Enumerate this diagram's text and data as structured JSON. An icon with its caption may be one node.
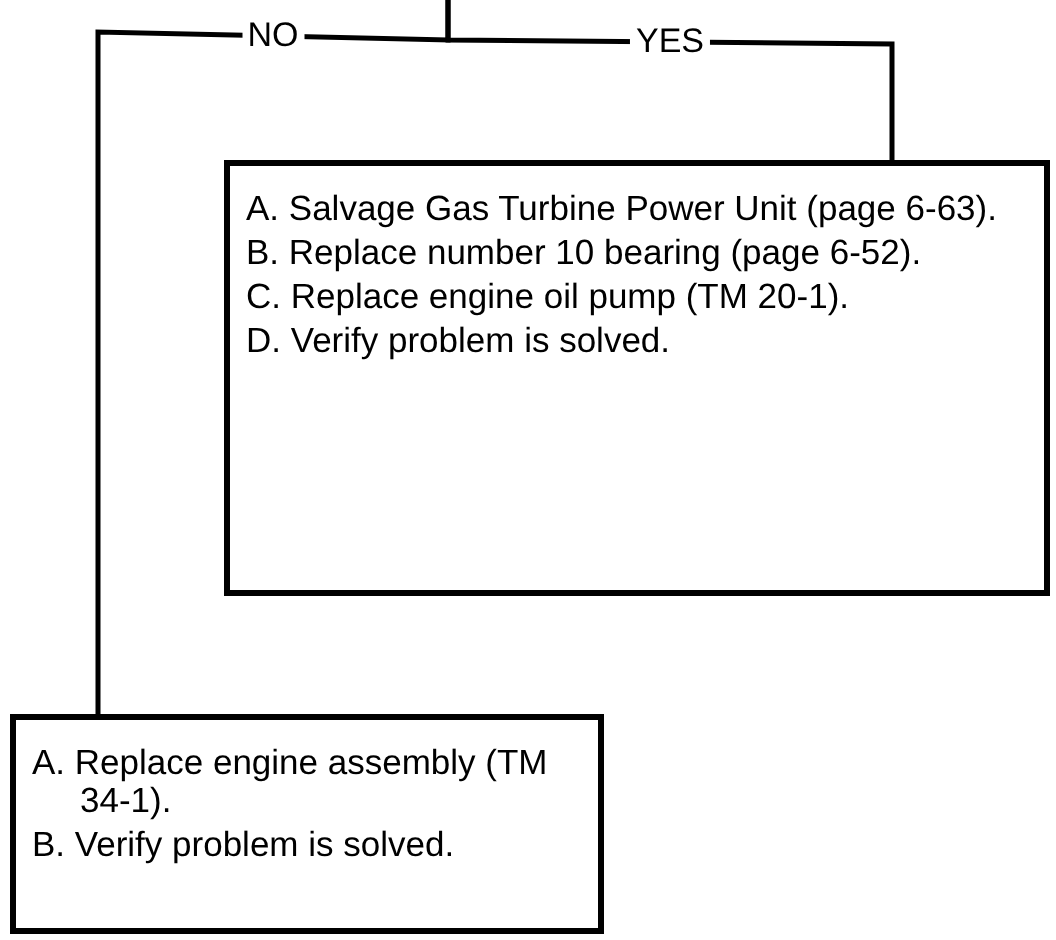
{
  "diagram": {
    "nodes": [
      {
        "text": [
          "A. Salvage Gas Turbine Power Unit (page 6-63).",
          "B. Replace number 10 bearing (page 6-52).",
          "C. Replace engine oil pump (TM 20-1).",
          "D. Verify problem is solved."
        ]
      },
      {
        "text": [
          "A. Replace engine assembly (TM 34-1).",
          "B. Verify problem is solved."
        ]
      }
    ],
    "edges": [
      {
        "from": null,
        "to": 0,
        "arrow": "none",
        "label": "YES"
      },
      {
        "from": null,
        "to": 1,
        "arrow": "none",
        "label": "NO"
      }
    ]
  }
}
